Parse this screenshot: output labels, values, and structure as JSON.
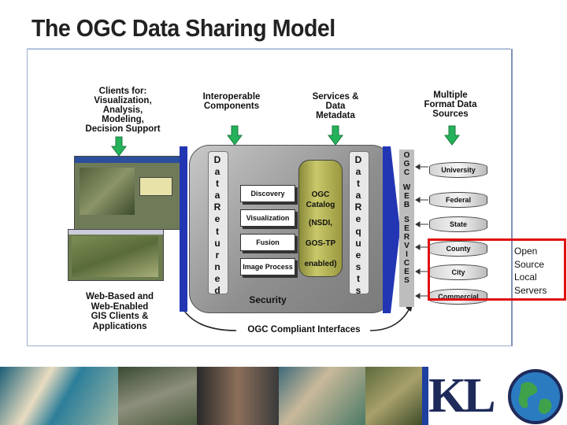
{
  "title": "The OGC Data Sharing Model",
  "headers": {
    "clients": [
      "Clients for:",
      "Visualization,",
      "Analysis,",
      "Modeling,",
      "Decision Support"
    ],
    "interop": [
      "Interoperable",
      "Components"
    ],
    "services": [
      "Services &",
      "Data",
      "Metadata"
    ],
    "sources": [
      "Multiple",
      "Format Data",
      "Sources"
    ]
  },
  "data_returned": [
    "D",
    "a",
    "t",
    "a",
    "R",
    "e",
    "t",
    "u",
    "r",
    "n",
    "e",
    "d"
  ],
  "data_requests": [
    "D",
    "a",
    "t",
    "a",
    "R",
    "e",
    "q",
    "u",
    "e",
    "s",
    "t",
    "s"
  ],
  "components": [
    "Discovery",
    "Visualization",
    "Fusion",
    "Image Process"
  ],
  "catalog": {
    "line1": "OGC",
    "line2": "Catalog",
    "line3": "(NSDI,",
    "line4": "GOS-TP",
    "line5": "enabled)"
  },
  "security": "Security",
  "ogc_web_services": [
    "O",
    "G",
    "C",
    "W",
    "E",
    "B",
    "S",
    "E",
    "R",
    "V",
    "I",
    "C",
    "E",
    "S"
  ],
  "sources": [
    "University",
    "Federal",
    "State",
    "County",
    "City",
    "Commercial"
  ],
  "web_clients": [
    "Web-Based and",
    "Web-Enabled",
    "GIS Clients &",
    "Applications"
  ],
  "interfaces": "OGC Compliant Interfaces",
  "callout": [
    "Open",
    "Source",
    "Local",
    "Servers"
  ],
  "logo": "KL",
  "colors": {
    "frame_blue": "#2236b4",
    "arrow_green": "#25b25a",
    "callout_red": "#e01010",
    "catalog_olive": "#b5b45a"
  }
}
